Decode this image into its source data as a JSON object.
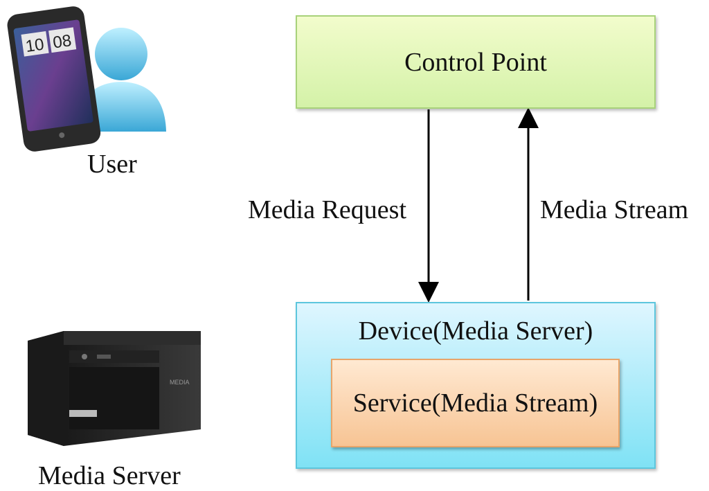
{
  "user": {
    "label": "User"
  },
  "media_server": {
    "label": "Media Server"
  },
  "control_point": {
    "label": "Control Point"
  },
  "device": {
    "label": "Device(Media Server)"
  },
  "service": {
    "label": "Service(Media Stream)"
  },
  "arrows": {
    "request_label": "Media Request",
    "stream_label": "Media Stream"
  }
}
